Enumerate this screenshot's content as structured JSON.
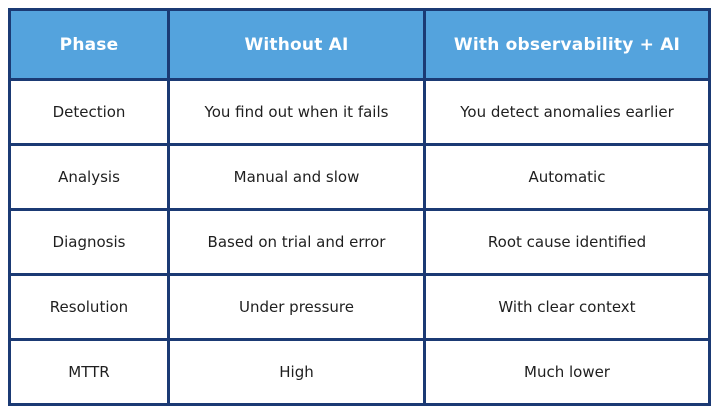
{
  "colors": {
    "header_bg": "#54A3DD",
    "header_text": "#FFFFFF",
    "border": "#1B3A74",
    "body_text": "#1F1F1F",
    "cell_bg": "#FFFFFF",
    "page_bg": "#FFFFFF"
  },
  "table": {
    "headers": [
      "Phase",
      "Without AI",
      "With observability + AI"
    ],
    "rows": [
      [
        "Detection",
        "You find out when it fails",
        "You detect anomalies earlier"
      ],
      [
        "Analysis",
        "Manual and slow",
        "Automatic"
      ],
      [
        "Diagnosis",
        "Based on trial and error",
        "Root cause identified"
      ],
      [
        "Resolution",
        "Under pressure",
        "With clear context"
      ],
      [
        "MTTR",
        "High",
        "Much lower"
      ]
    ]
  }
}
